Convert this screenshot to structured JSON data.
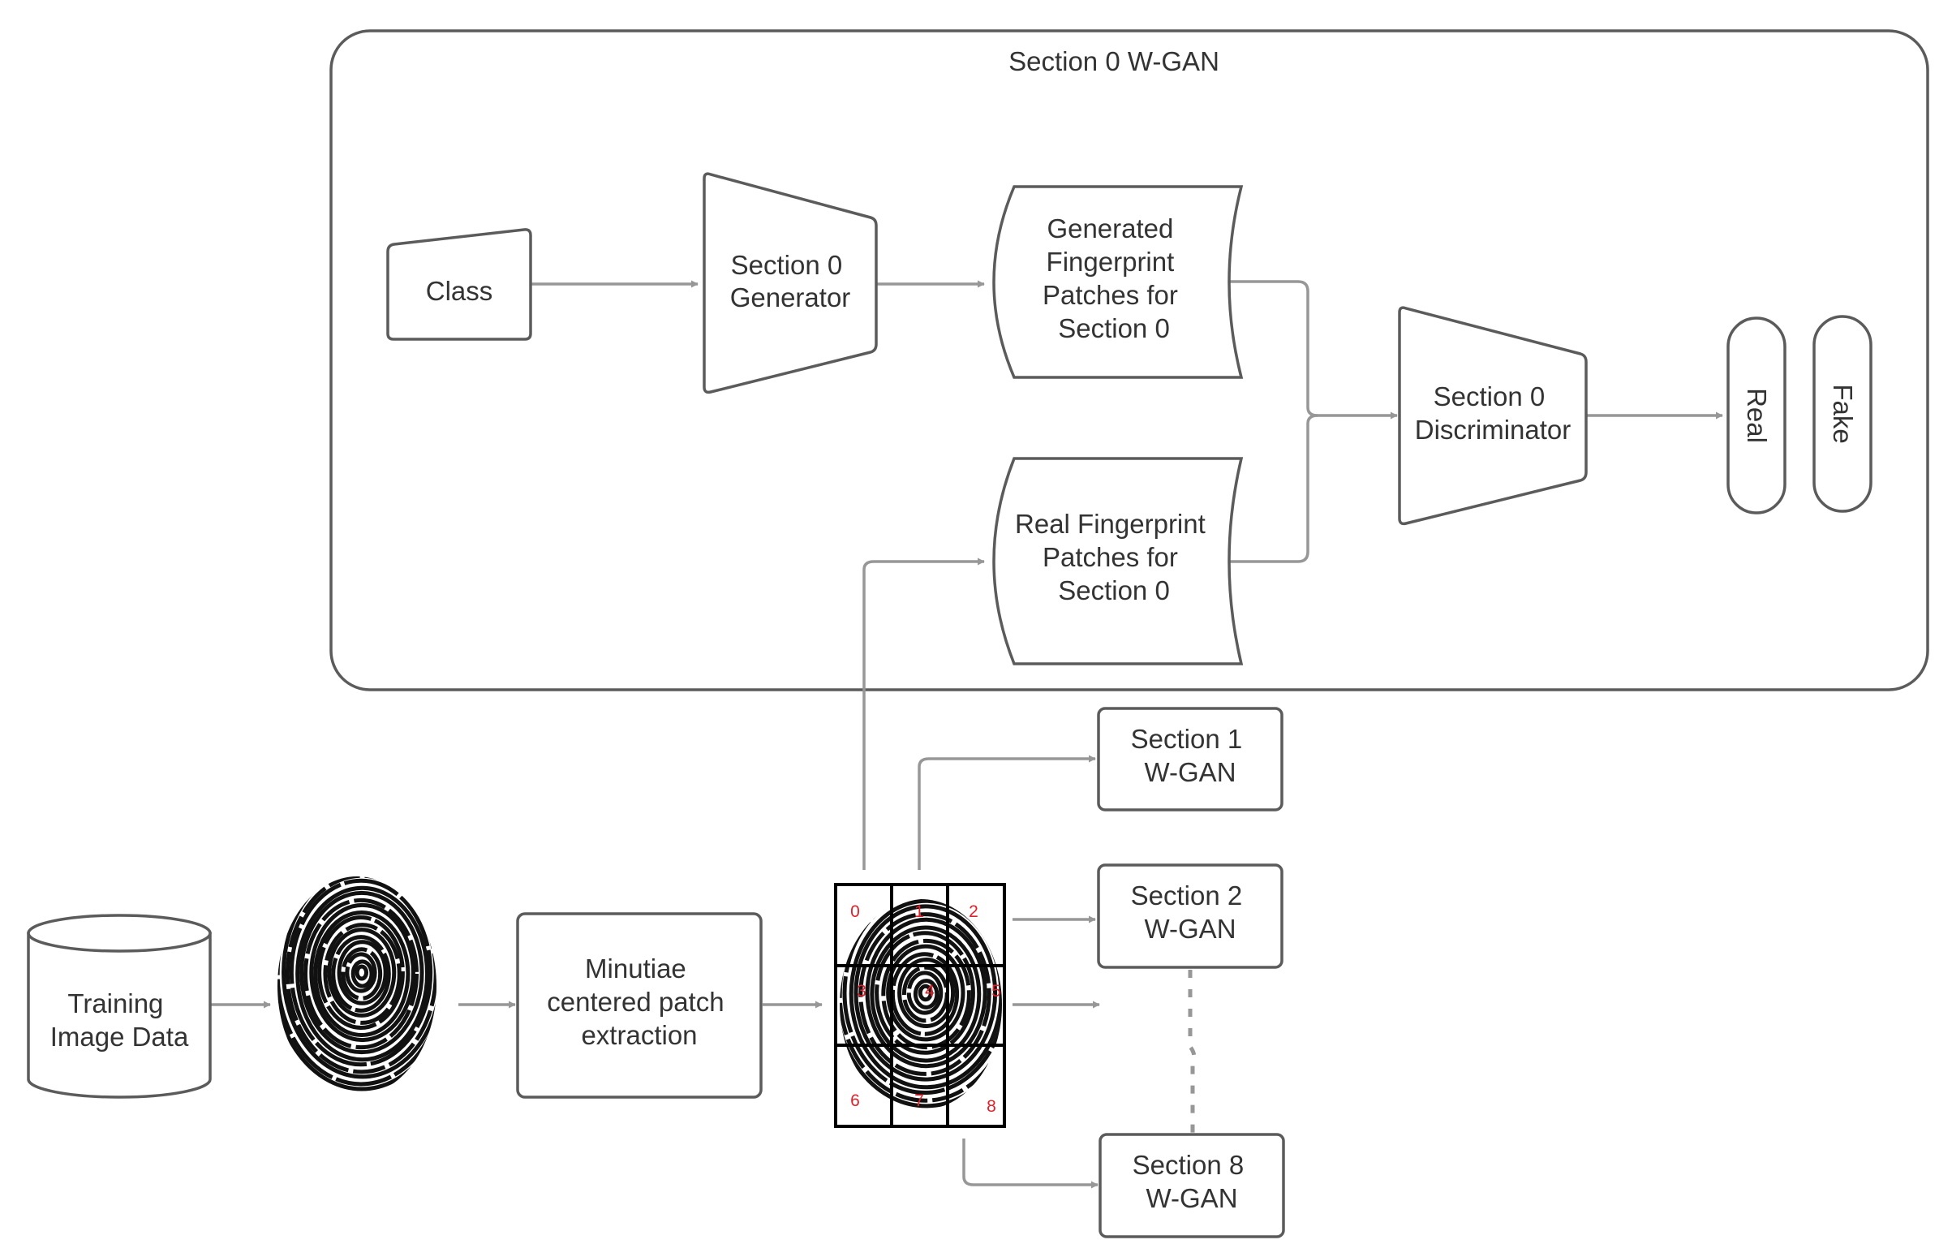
{
  "container": {
    "title": "Section 0 W-GAN"
  },
  "nodes": {
    "class": "Class",
    "generator": [
      "Section 0",
      "Generator"
    ],
    "generated_patches": [
      "Generated",
      "Fingerprint",
      "Patches for",
      "Section 0"
    ],
    "real_patches": [
      "Real Fingerprint",
      "Patches for",
      "Section 0"
    ],
    "discriminator": [
      "Section 0",
      "Discriminator"
    ],
    "real": "Real",
    "fake": "Fake",
    "training_data": [
      "Training",
      "Image Data"
    ],
    "minutiae": [
      "Minutiae",
      "centered patch",
      "extraction"
    ],
    "section1": [
      "Section 1",
      "W-GAN"
    ],
    "section2": [
      "Section 2",
      "W-GAN"
    ],
    "section8": [
      "Section 8",
      "W-GAN"
    ]
  },
  "grid_numbers": [
    "0",
    "1",
    "2",
    "3",
    "4",
    "5",
    "6",
    "7",
    "8"
  ],
  "colors": {
    "stroke": "#5b5b5b",
    "connector": "#979797",
    "text": "#333333",
    "grid_number": "#e0202a"
  }
}
